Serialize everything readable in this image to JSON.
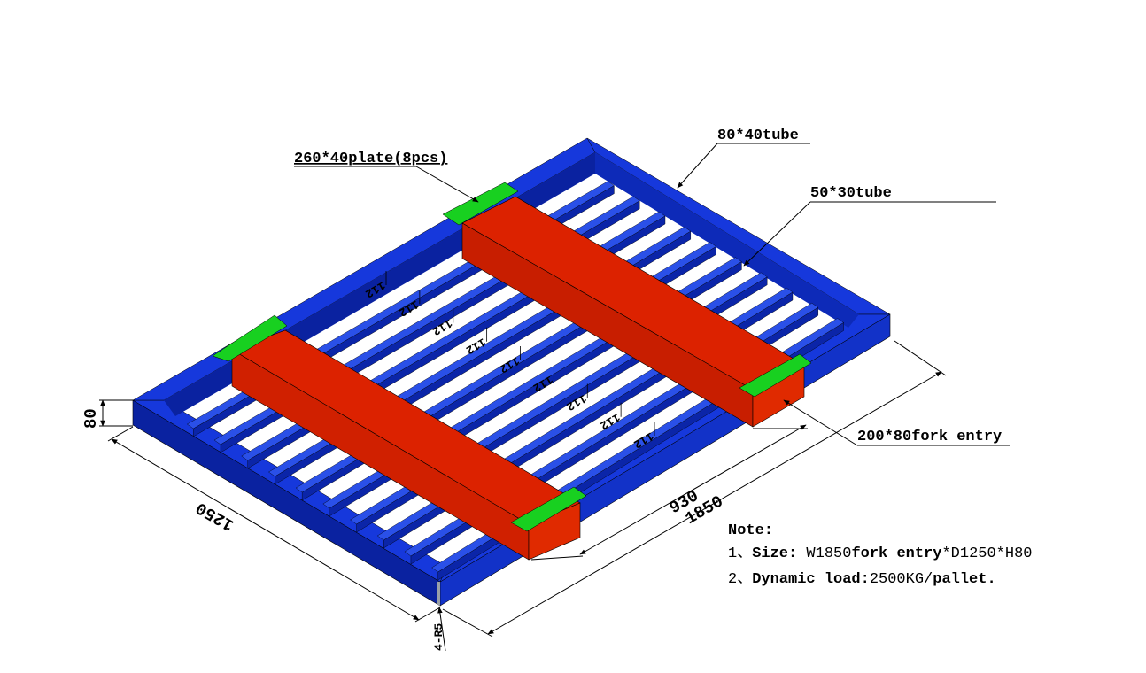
{
  "labels": {
    "plate": "260*40plate(8pcs)",
    "outer_tube": "80*40tube",
    "inner_tube": "50*30tube",
    "fork_entry": "200*80fork entry"
  },
  "dimensions": {
    "height": "80",
    "depth": "1250",
    "fork_span": "930",
    "width": "1850",
    "radius": "4-R5",
    "slat_spacing": [
      "112",
      "112",
      "112",
      "112",
      "112",
      "112",
      "112",
      "112",
      "112"
    ]
  },
  "note": {
    "title": "Note:",
    "line1_prefix": "1、",
    "line1_size": "Size: ",
    "line1_w": "W1850",
    "line1_fork": "fork entry",
    "line1_rest": "*D1250*H80",
    "line2_prefix": "2、",
    "line2_load": "Dynamic load:",
    "line2_value": "2500KG",
    "line2_slash": "/",
    "line2_unit": "pallet."
  },
  "colors": {
    "frame": "#1030c8",
    "frame_top": "#2244e0",
    "frame_side": "#0a22a0",
    "stringer": "#dc2200",
    "stringer_side": "#b81c00",
    "plate": "#18d020",
    "line": "#000000"
  }
}
